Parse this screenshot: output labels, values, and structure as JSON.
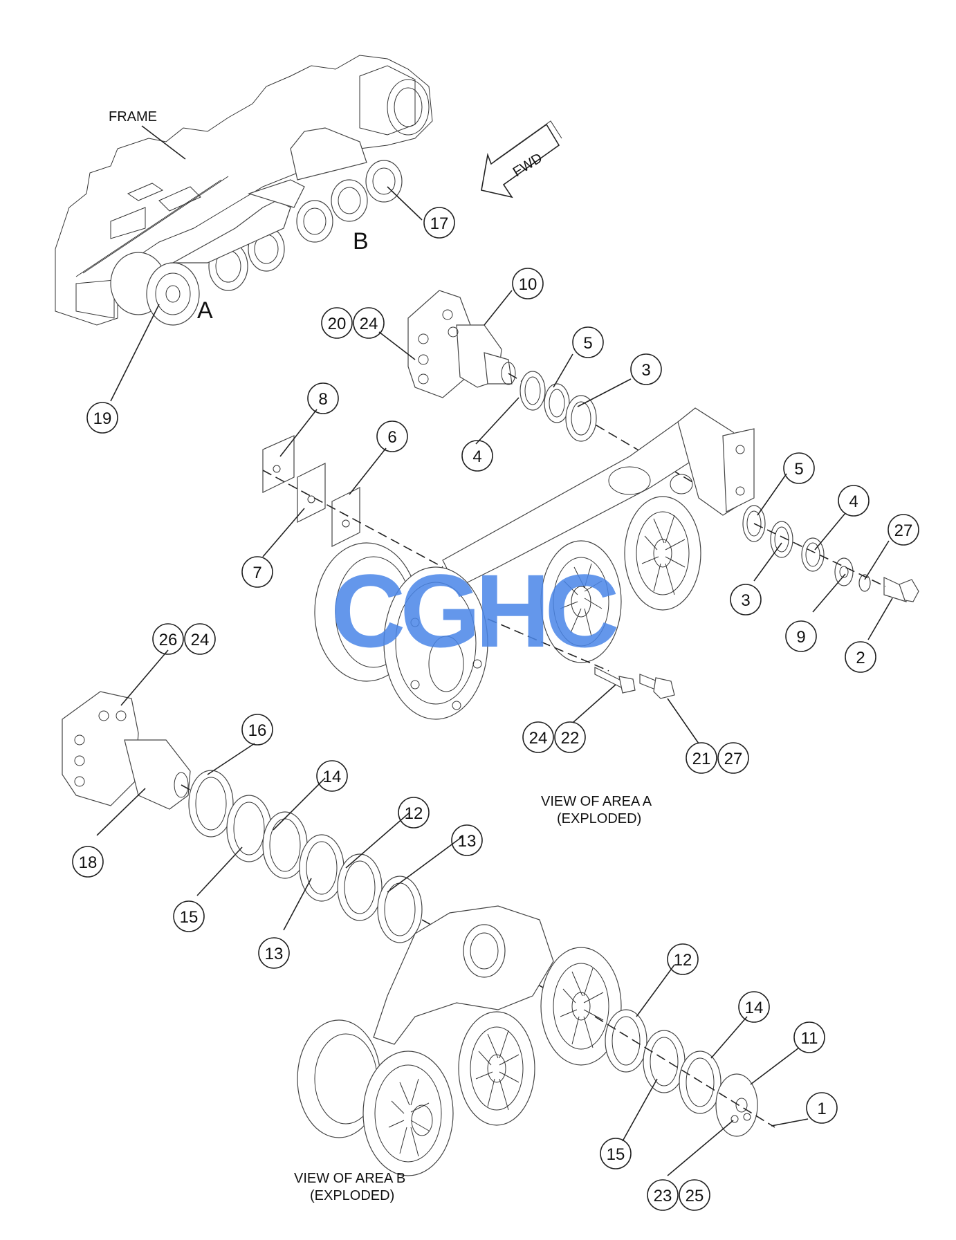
{
  "diagram": {
    "labels": {
      "frame": "FRAME",
      "fwd": "FWD",
      "area_a": "A",
      "area_b": "B",
      "view_a_line1": "VIEW OF AREA A",
      "view_a_line2": "(EXPLODED)",
      "view_b_line1": "VIEW OF AREA B",
      "view_b_line2": "(EXPLODED)"
    },
    "callouts": {
      "c17": "17",
      "c19": "19",
      "c10": "10",
      "c20": "20",
      "c24a": "24",
      "c5a": "5",
      "c3a": "3",
      "c4a": "4",
      "c8": "8",
      "c6": "6",
      "c7": "7",
      "c5b": "5",
      "c4b": "4",
      "c27a": "27",
      "c3b": "3",
      "c9": "9",
      "c2": "2",
      "c26": "26",
      "c24b": "24",
      "c16": "16",
      "c14a": "14",
      "c12a": "12",
      "c13a": "13",
      "c18": "18",
      "c15a": "15",
      "c13b": "13",
      "c24c": "24",
      "c22": "22",
      "c21": "21",
      "c27b": "27",
      "c12b": "12",
      "c14b": "14",
      "c11": "11",
      "c1": "1",
      "c15b": "15",
      "c23": "23",
      "c25": "25"
    },
    "watermark_text": "CGHC",
    "watermark_colors": [
      "#4a86e8",
      "#e06666",
      "#f1c232",
      "#34a853"
    ]
  }
}
